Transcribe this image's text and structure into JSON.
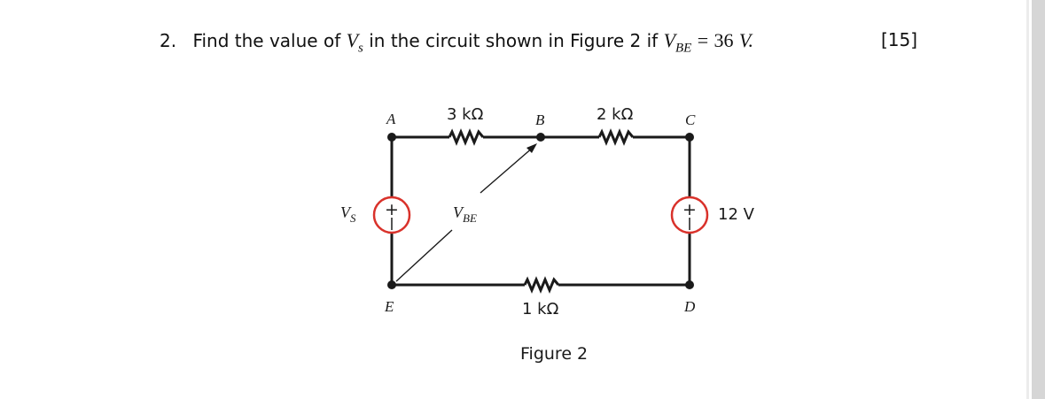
{
  "question": {
    "number": "2.",
    "text_before_vs": "Find the value of",
    "vs_symbol": "V",
    "vs_sub": "s",
    "text_middle": "in the circuit shown in Figure 2 if",
    "vbe_symbol": "V",
    "vbe_sub": "BE",
    "equals": "=",
    "value": "36",
    "unit": "V",
    "period": "."
  },
  "marks": "[15]",
  "figure": {
    "caption": "Figure 2",
    "nodes": {
      "A": "A",
      "B": "B",
      "C": "C",
      "D": "D",
      "E": "E"
    },
    "resistors": {
      "AB": "3 kΩ",
      "BC": "2 kΩ",
      "ED": "1 kΩ"
    },
    "sources": {
      "left_label_main": "V",
      "left_label_sub": "S",
      "right_label": "12 V",
      "plus_symbol": "+"
    },
    "vbe_label_main": "V",
    "vbe_label_sub": "BE",
    "colors": {
      "wire": "#1a1a1a",
      "source_ring": "#d9322b"
    }
  }
}
